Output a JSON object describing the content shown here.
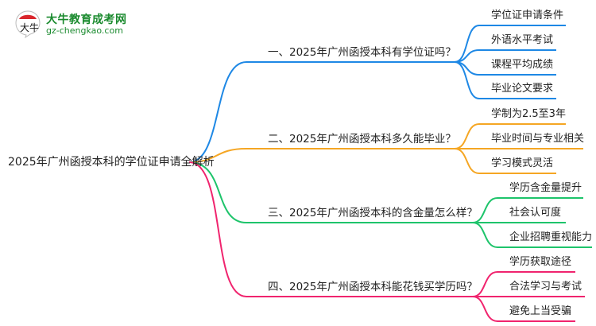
{
  "logo": {
    "name": "大牛教育成考网",
    "url": "gz-chengkao.com",
    "badge_text": "大牛",
    "color": "#1a8a2e"
  },
  "root": {
    "label": "2025年广州函授本科的学位证申请全解析"
  },
  "branches": [
    {
      "label": "一、2025年广州函授本科有学位证吗？",
      "color": "#1e88e5",
      "children": [
        "学位证申请条件",
        "外语水平考试",
        "课程平均成绩",
        "毕业论文要求"
      ]
    },
    {
      "label": "二、2025年广州函授本科多久能毕业？",
      "color": "#f5a623",
      "children": [
        "学制为2.5至3年",
        "毕业时间与专业相关",
        "学习模式灵活"
      ]
    },
    {
      "label": "三、2025年广州函授本科的含金量怎么样？",
      "color": "#1ec46b",
      "children": [
        "学历含金量提升",
        "社会认可度",
        "企业招聘重视能力"
      ]
    },
    {
      "label": "四、2025年广州函授本科能花钱买学历吗？",
      "color": "#f0246e",
      "children": [
        "学历获取途径",
        "合法学习与考试",
        "避免上当受骗"
      ]
    }
  ]
}
